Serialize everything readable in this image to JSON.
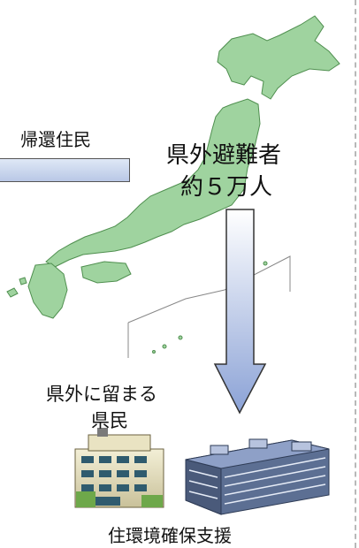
{
  "labels": {
    "returning_residents": "帰還住民",
    "evacuees_title": "県外避難者",
    "evacuees_count": "約５万人",
    "staying_line1": "県外に留まる",
    "staying_line2": "県民",
    "housing_support": "住環境確保支援"
  },
  "colors": {
    "map_fill": "#9fd39f",
    "map_stroke": "#4f8f4f",
    "arrow_fill_top": "#ffffff",
    "arrow_fill_bottom": "#8ba2d6",
    "banner_fill_top": "#dfe8f6",
    "banner_fill_bottom": "#b9c8e6"
  },
  "icons": {
    "map": "japan-map-icon",
    "arrow": "down-arrow-icon",
    "building_left": "apartment-building-icon",
    "building_right": "housing-complex-icon"
  }
}
